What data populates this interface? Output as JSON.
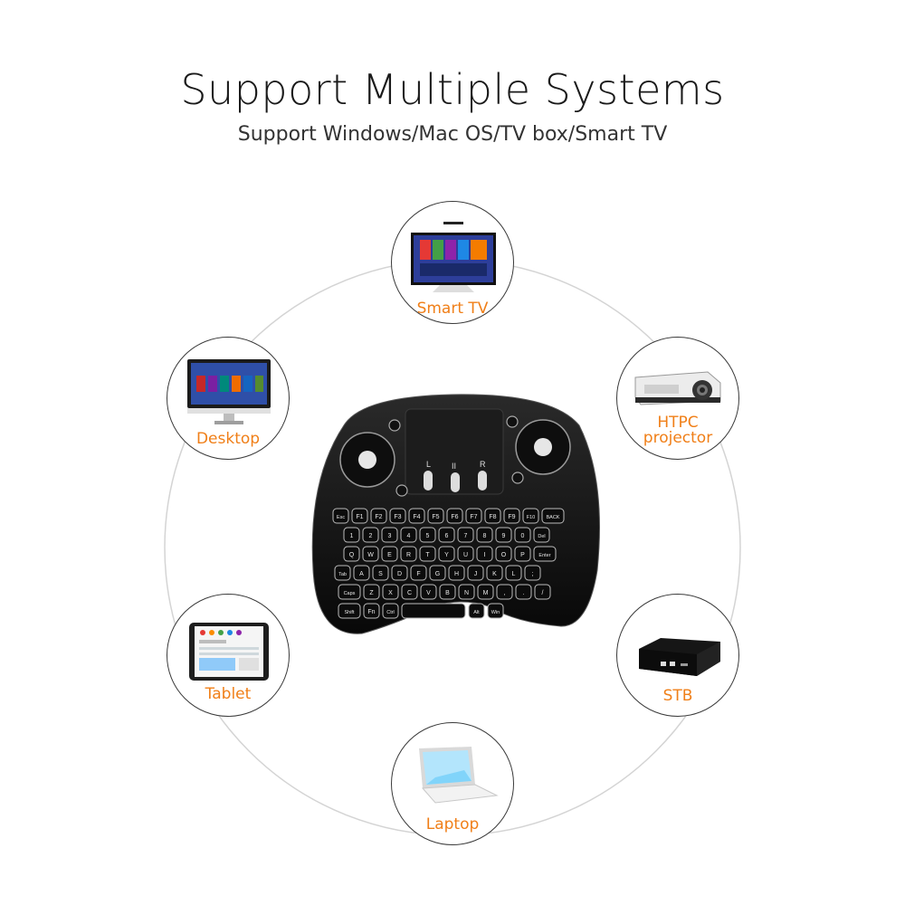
{
  "header": {
    "title": "Support Multiple Systems",
    "subtitle": "Support Windows/Mac OS/TV box/Smart TV"
  },
  "devices": {
    "smart_tv": "Smart TV",
    "desktop": "Desktop",
    "htpc_line1": "HTPC",
    "htpc_line2": "projector",
    "tablet": "Tablet",
    "stb": "STB",
    "laptop": "Laptop"
  },
  "keyboard": {
    "touchpad_buttons": [
      "L",
      "II",
      "R"
    ],
    "row1": [
      "Esc",
      "F1",
      "F2",
      "F3",
      "F4",
      "F5",
      "F6",
      "F7",
      "F8",
      "F9",
      "F10",
      "BACK"
    ],
    "row2": [
      "1",
      "2",
      "3",
      "4",
      "5",
      "6",
      "7",
      "8",
      "9",
      "0",
      "Del"
    ],
    "row3": [
      "Q",
      "W",
      "E",
      "R",
      "T",
      "Y",
      "U",
      "I",
      "O",
      "P",
      "Enter"
    ],
    "row4": [
      "Tab",
      "A",
      "S",
      "D",
      "F",
      "G",
      "H",
      "J",
      "K",
      "L",
      ";"
    ],
    "row5": [
      "Caps",
      "Z",
      "X",
      "C",
      "V",
      "B",
      "N",
      "M",
      ",",
      ".",
      "/"
    ],
    "row6": [
      "Shift",
      "Fn",
      "Ctrl",
      "",
      "Alt",
      "Win"
    ]
  },
  "colors": {
    "accent": "#f07f18",
    "ring": "#cccccc",
    "node_border": "#3a3a3a",
    "keyboard": "#141414"
  }
}
